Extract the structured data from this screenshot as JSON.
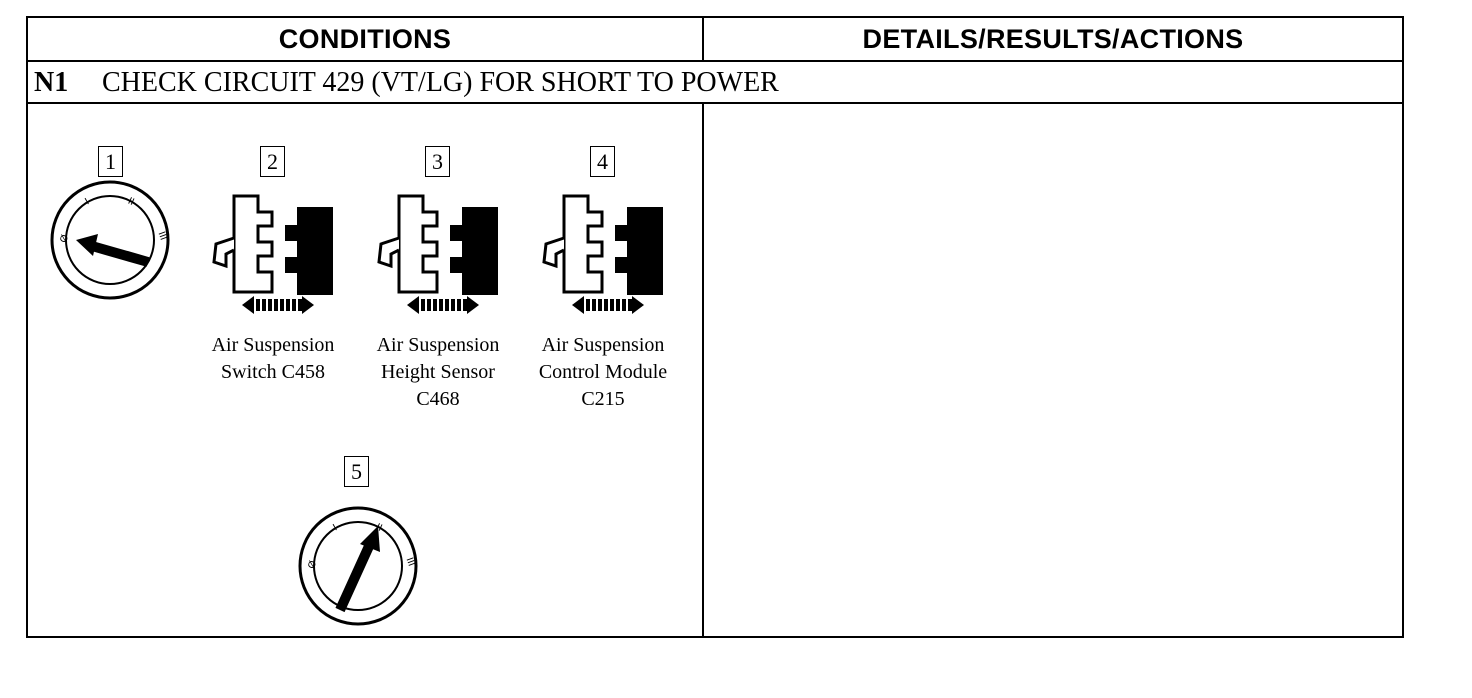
{
  "table": {
    "headers": {
      "conditions": "CONDITIONS",
      "details": "DETAILS/RESULTS/ACTIONS"
    },
    "step": {
      "id": "N1",
      "title": "CHECK CIRCUIT 429 (VT/LG) FOR SHORT TO POWER"
    }
  },
  "steps": [
    {
      "number": "1",
      "illustration": "ignition-switch-off"
    },
    {
      "number": "2",
      "illustration": "connector-disconnect",
      "caption_lines": [
        "Air Suspension",
        "Switch C458"
      ]
    },
    {
      "number": "3",
      "illustration": "connector-disconnect",
      "caption_lines": [
        "Air Suspension",
        "Height Sensor",
        "C468"
      ]
    },
    {
      "number": "4",
      "illustration": "connector-disconnect",
      "caption_lines": [
        "Air Suspension",
        "Control Module",
        "C215"
      ]
    },
    {
      "number": "5",
      "illustration": "ignition-switch-run"
    }
  ],
  "ignition_labels": {
    "off": "Ø",
    "acc": "I",
    "run": "II",
    "start": "III"
  }
}
